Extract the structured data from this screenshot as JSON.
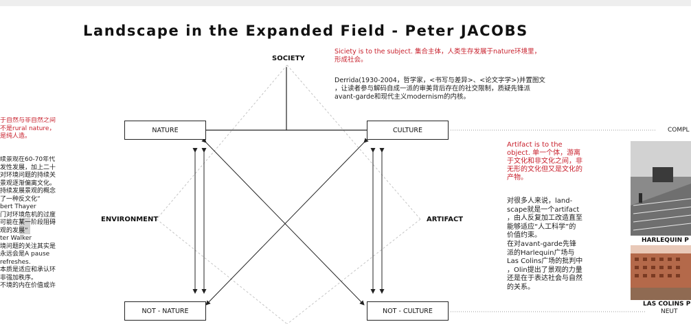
{
  "title": "Landscape in the Expanded Field - Peter JACOBS",
  "diagram": {
    "top_label": "SOCIETY",
    "left_label": "ENVIRONMENT",
    "right_label": "ARTIFACT",
    "boxes": {
      "nature": "NATURE",
      "culture": "CULTURE",
      "not_nature": "NOT - NATURE",
      "not_culture": "NOT - CULTURE"
    },
    "far_right_top": "COMPL",
    "far_right_bottom": "NEUT"
  },
  "society_note": {
    "red_lines": [
      "Siciety is to the subject. 集合主体，人类生存发展于nature环境里，",
      "形成社会。"
    ],
    "black_lines": [
      "Derrida(1930-2004，哲学家，<书写与差异>、<论文字学>)并置图文",
      "，让读者参与解码自成一派的审美背后存在的社交限制，质疑先锋派",
      "avant-garde和现代主义modernism的内核。"
    ]
  },
  "artifact_note": {
    "red_lines": [
      "Artifact is to the",
      "object. 单一个体，游离",
      "于文化和非文化之间，非",
      "无形的文化但又是文化的",
      "产物。"
    ],
    "black_lines": [
      "对很多人来说，land-",
      "scape就是一个artifact",
      "，由人反复加工改造直至",
      "能够适应“人工科学”的",
      "价值约束。",
      "在对avant-garde先锋",
      "派的Harlequin广场与",
      "Las Colins广场的批判中",
      "，Olin提出了景观的力量",
      "还是在于表达社会与自然",
      "的关系。"
    ]
  },
  "left_column": {
    "red_lines": [
      "于自然与非自然之间",
      "不是rural nature，",
      "是纯人造。"
    ],
    "black_lines": [
      "续景观在60-70年代",
      "发性发展，加上二十",
      "对环境问题的持续关",
      "景观逐渐偏离文化。",
      "",
      "持续发展景观的概念",
      "了一种反文化”",
      "bert Thayer",
      "门对环境危机的过度",
      "可能在某一阶段阻碍",
      "观的发展”",
      "ter Walker",
      "境问题的关注其实是",
      "永远会是A pause",
      "refreshes.",
      "本质是适应和承认环",
      "非强加秩序。",
      "不境的内在价值或许"
    ]
  },
  "photos": {
    "caption_top": "HARLEQUIN P",
    "caption_bottom": "LAS COLINS P"
  }
}
